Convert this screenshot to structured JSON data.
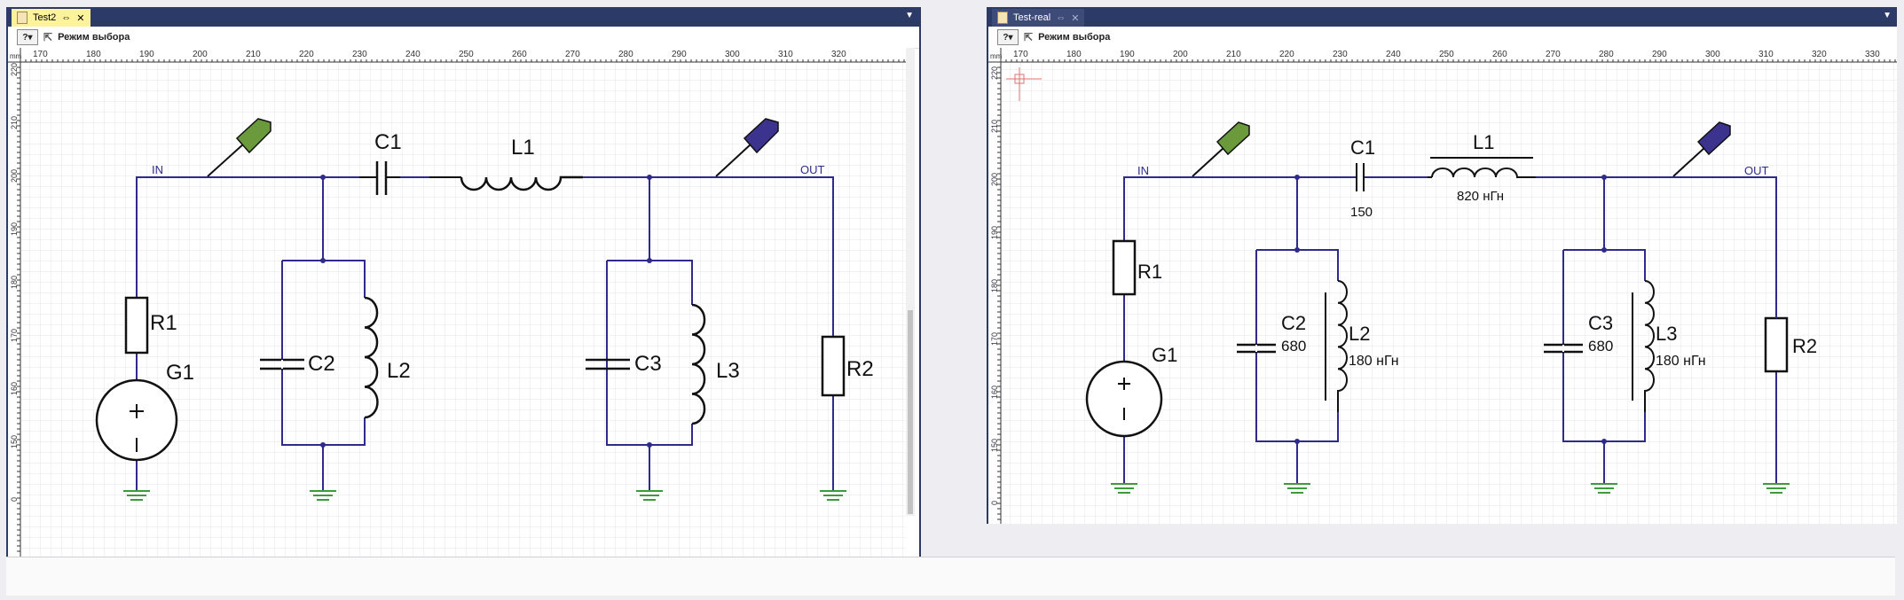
{
  "left": {
    "tab_title": "Test2",
    "toolbar_mode": "Режим выбора",
    "ruler_unit": "mm",
    "x_ticks": [
      "170",
      "180",
      "190",
      "200",
      "210",
      "220",
      "230",
      "240",
      "250",
      "260",
      "270",
      "280",
      "290",
      "300",
      "310",
      "320"
    ],
    "y_ticks": [
      "220",
      "210",
      "200",
      "190",
      "180",
      "170",
      "160",
      "150",
      "0"
    ],
    "labels": {
      "in": "IN",
      "out": "OUT",
      "c1": "C1",
      "l1": "L1",
      "r1": "R1",
      "g1": "G1",
      "c2": "C2",
      "l2": "L2",
      "c3": "C3",
      "l3": "L3",
      "r2": "R2"
    }
  },
  "right": {
    "tab_title": "Test-real",
    "toolbar_mode": "Режим выбора",
    "ruler_unit": "mm",
    "x_ticks": [
      "170",
      "180",
      "190",
      "200",
      "210",
      "220",
      "230",
      "240",
      "250",
      "260",
      "270",
      "280",
      "290",
      "300",
      "310",
      "320",
      "330"
    ],
    "y_ticks": [
      "220",
      "210",
      "200",
      "190",
      "180",
      "170",
      "160",
      "150",
      "0"
    ],
    "labels": {
      "in": "IN",
      "out": "OUT",
      "c1": "C1",
      "c1v": "150",
      "l1": "L1",
      "l1v": "820 нГн",
      "r1": "R1",
      "g1": "G1",
      "c2": "C2",
      "c2v": "680",
      "l2": "L2",
      "l2v": "180 нГн",
      "c3": "C3",
      "c3v": "680",
      "l3": "L3",
      "l3v": "180 нГн",
      "r2": "R2"
    }
  },
  "colors": {
    "wire": "#2e2b8a",
    "probe_green": "#6a9a3c",
    "probe_blue": "#2e2b8a",
    "ground": "#3d9b3d",
    "grid": "#e4e4ec",
    "tabbar": "#2b3a67",
    "active_tab": "#fff29d"
  }
}
